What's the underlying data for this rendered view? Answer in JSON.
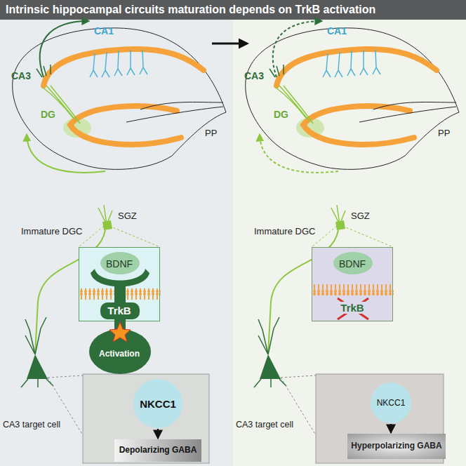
{
  "diagram": {
    "title": "Intrinsic hippocampal circuits maturation depends on TrkB activation",
    "nodes": [
      {
        "text": [
          "BDNF",
          "TrkB",
          "Activation"
        ]
      },
      {
        "text": [
          "NKCC1"
        ]
      },
      {
        "text": [
          "Depolarizing GABA"
        ]
      },
      {
        "text": [
          "BDNF",
          "TrkB"
        ]
      },
      {
        "text": [
          "NKCC1"
        ]
      },
      {
        "text": [
          "Hyperpolarizing GABA"
        ]
      }
    ],
    "edges": [
      {
        "from": 1,
        "to": 2,
        "arrow": "to"
      },
      {
        "from": 4,
        "to": 5,
        "arrow": "to"
      }
    ],
    "labels": [
      "CA1",
      "CA3",
      "DG",
      "PP",
      "Immature DGC",
      "SGZ",
      "CA3 target cell",
      "CA1",
      "CA3",
      "DG",
      "PP",
      "Immature DGC",
      "SGZ",
      "CA3 target cell"
    ]
  }
}
